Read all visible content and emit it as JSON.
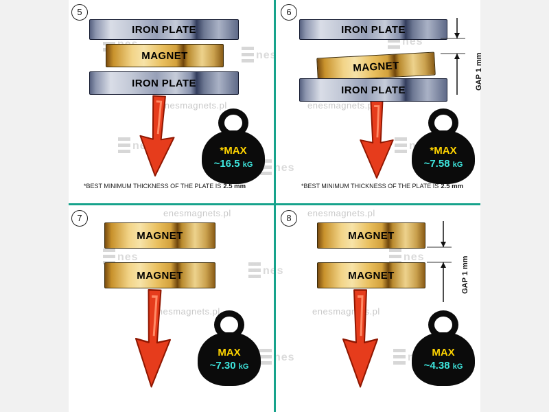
{
  "colors": {
    "divider": "#17a38c",
    "arrow": "#e63c1c",
    "max_label": "#ffd400",
    "value_text": "#3ee6de",
    "iron_plate": "#9aa3ba",
    "magnet": "#e9bf5e"
  },
  "watermark": {
    "site": "enesmagnets.pl",
    "logo_text": "nes"
  },
  "panels": [
    {
      "number": "5",
      "top_layer": "IRON PLATE",
      "mid_layer": "MAGNET",
      "bottom_layer": "IRON PLATE",
      "weight_label": "*MAX",
      "weight_value": "~16.5",
      "weight_unit": "kG",
      "footnote": "*BEST MINIMUM THICKNESS OF THE PLATE IS",
      "footnote_bold": "2.5 mm"
    },
    {
      "number": "6",
      "top_layer": "IRON PLATE",
      "mid_layer": "MAGNET",
      "bottom_layer": "IRON PLATE",
      "gap_label": "GAP 1 mm",
      "weight_label": "*MAX",
      "weight_value": "~7.58",
      "weight_unit": "kG",
      "footnote": "*BEST MINIMUM THICKNESS OF THE PLATE IS",
      "footnote_bold": "2.5 mm"
    },
    {
      "number": "7",
      "top_layer": "MAGNET",
      "bottom_layer": "MAGNET",
      "weight_label": "MAX",
      "weight_value": "~7.30",
      "weight_unit": "kG"
    },
    {
      "number": "8",
      "top_layer": "MAGNET",
      "bottom_layer": "MAGNET",
      "gap_label": "GAP 1 mm",
      "weight_label": "MAX",
      "weight_value": "~4.38",
      "weight_unit": "kG"
    }
  ]
}
